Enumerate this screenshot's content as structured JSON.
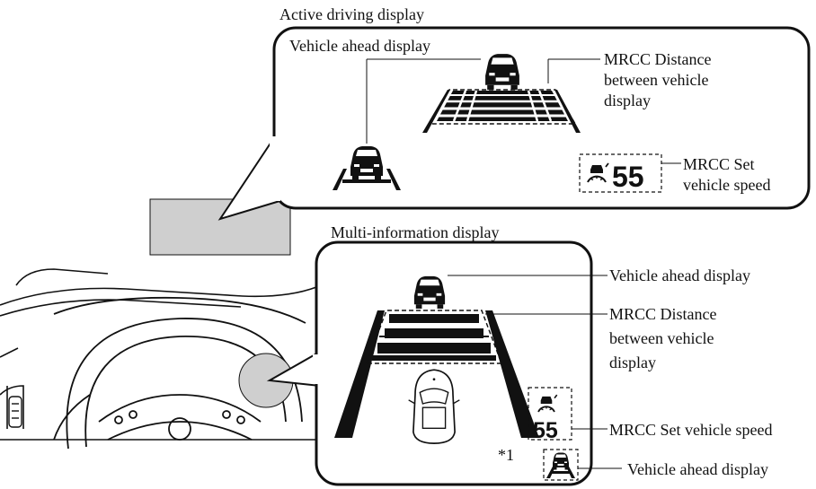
{
  "active_driving_display": {
    "title": "Active driving display",
    "label_vehicle_ahead": "Vehicle ahead display",
    "label_distance": [
      "MRCC Distance",
      "between vehicle",
      "display"
    ],
    "label_set_speed": [
      "MRCC Set",
      "vehicle speed"
    ],
    "speed_value": "55"
  },
  "multi_information_display": {
    "title": "Multi-information display",
    "label_vehicle_ahead": "Vehicle ahead display",
    "label_distance": [
      "MRCC Distance",
      "between vehicle",
      "display"
    ],
    "label_set_speed": "MRCC Set vehicle speed",
    "speed_value": "55",
    "footnote_marker": "*1",
    "label_vehicle_ahead_small": "Vehicle ahead display"
  },
  "icons": [
    "car-front-icon",
    "car-rear-icon",
    "mrcc-speed-icon",
    "steering-wheel-icon"
  ],
  "colors": {
    "line": "#111111",
    "highlight_fill": "#cfcfcf",
    "background": "#ffffff"
  }
}
